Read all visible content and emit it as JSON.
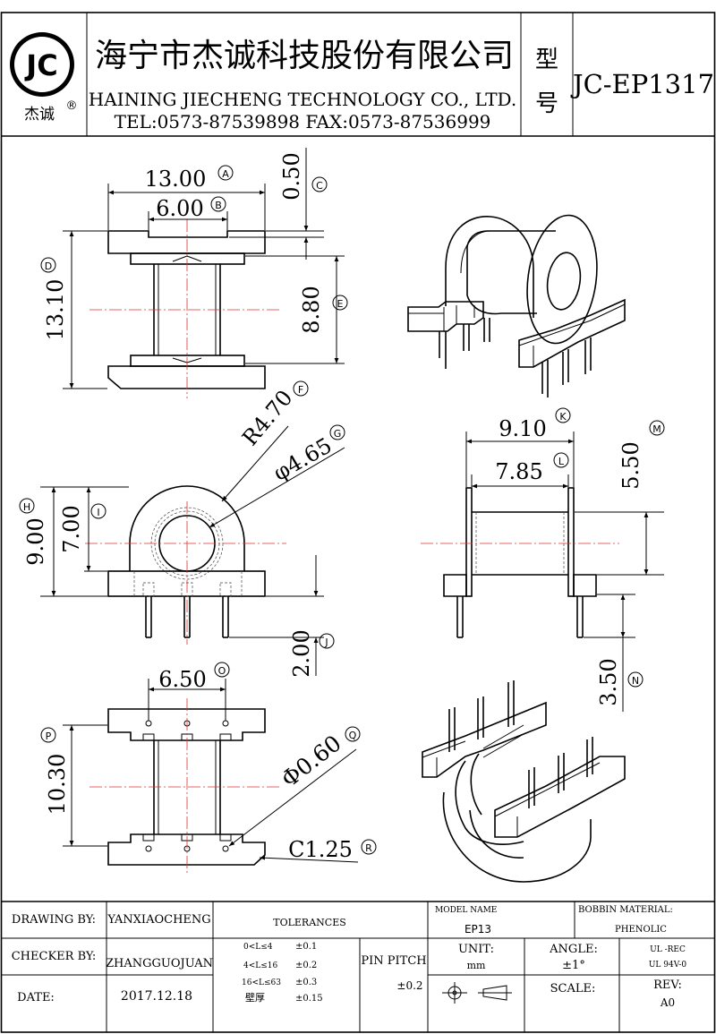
{
  "header": {
    "logo_text": "JC",
    "logo_cn": "杰诚",
    "registered": "®",
    "company_cn": "海宁市杰诚科技股份有限公司",
    "company_en": "HAINING JIECHENG TECHNOLOGY CO., LTD.",
    "contact": "TEL:0573-87539898   FAX:0573-87536999",
    "model_label_1": "型",
    "model_label_2": "号",
    "model_no": "JC-EP1317"
  },
  "dims": {
    "A": {
      "value": "13.00",
      "letter": "A"
    },
    "B": {
      "value": "6.00",
      "letter": "B"
    },
    "C": {
      "value": "0.50",
      "letter": "C"
    },
    "D": {
      "value": "13.10",
      "letter": "D"
    },
    "E": {
      "value": "8.80",
      "letter": "E"
    },
    "F": {
      "value": "R4.70",
      "letter": "F"
    },
    "G": {
      "value": "φ4.65",
      "letter": "G"
    },
    "H": {
      "value": "9.00",
      "letter": "H"
    },
    "I": {
      "value": "7.00",
      "letter": "I"
    },
    "J": {
      "value": "2.00",
      "letter": "J"
    },
    "K": {
      "value": "9.10",
      "letter": "K"
    },
    "L": {
      "value": "7.85",
      "letter": "L"
    },
    "M": {
      "value": "5.50",
      "letter": "M"
    },
    "N": {
      "value": "3.50",
      "letter": "N"
    },
    "O": {
      "value": "6.50",
      "letter": "O"
    },
    "P": {
      "value": "10.30",
      "letter": "P"
    },
    "Q": {
      "value": "Φ0.60",
      "letter": "Q"
    },
    "R": {
      "value": "C1.25",
      "letter": "R"
    }
  },
  "title_block": {
    "drawing_by_label": "DRAWING  BY:",
    "drawing_by": "YANXIAOCHENG",
    "checker_by_label": "CHECKER  BY:",
    "checker_by": "ZHANGGUOJUAN",
    "date_label": "DATE:",
    "date": "2017.12.18",
    "tolerances_label": "TOLERANCES",
    "tol_rows": [
      {
        "range": "0<L≤4",
        "tol": "±0.1"
      },
      {
        "range": "4<L≤16",
        "tol": "±0.2"
      },
      {
        "range": "16<L≤63",
        "tol": "±0.3"
      },
      {
        "range": "壁厚",
        "tol": "±0.15"
      }
    ],
    "pin_pitch_label": "PIN PITCH",
    "pin_pitch": "±0.2",
    "model_name_label": "MODEL NAME",
    "model_name": "EP13",
    "bobbin_material_label": "BOBBIN MATERIAL:",
    "bobbin_material": "PHENOLIC",
    "unit_label": "UNIT:",
    "unit": "mm",
    "angle_label": "ANGLE:",
    "angle": "±1°",
    "ul1": "UL -REC",
    "ul2": "UL  94V-0",
    "scale_label": "SCALE:",
    "rev_label": "REV:",
    "rev": "A0"
  }
}
